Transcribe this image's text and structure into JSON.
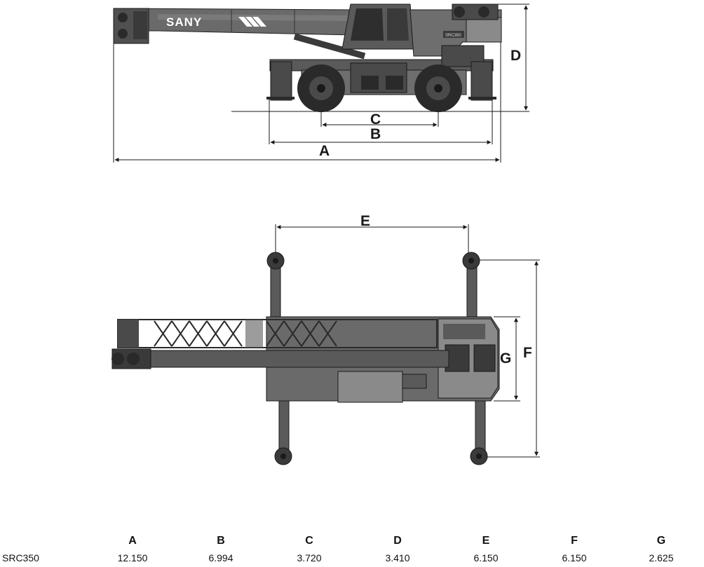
{
  "brand_text": "SANY",
  "plate_text": "SRC350",
  "dimension_labels": {
    "a": "A",
    "b": "B",
    "c": "C",
    "d": "D",
    "e": "E",
    "f": "F",
    "g": "G"
  },
  "spec_table": {
    "columns": [
      "A",
      "B",
      "C",
      "D",
      "E",
      "F",
      "G"
    ],
    "rows": [
      {
        "model": "SRC350",
        "values": [
          "12.150",
          "6.994",
          "3.720",
          "3.410",
          "6.150",
          "6.150",
          "2.625"
        ]
      }
    ]
  },
  "colors": {
    "body": "#6e6e6e",
    "dark": "#3c3c3c",
    "line": "#1a1a1a",
    "tire": "#2a2a2a"
  }
}
